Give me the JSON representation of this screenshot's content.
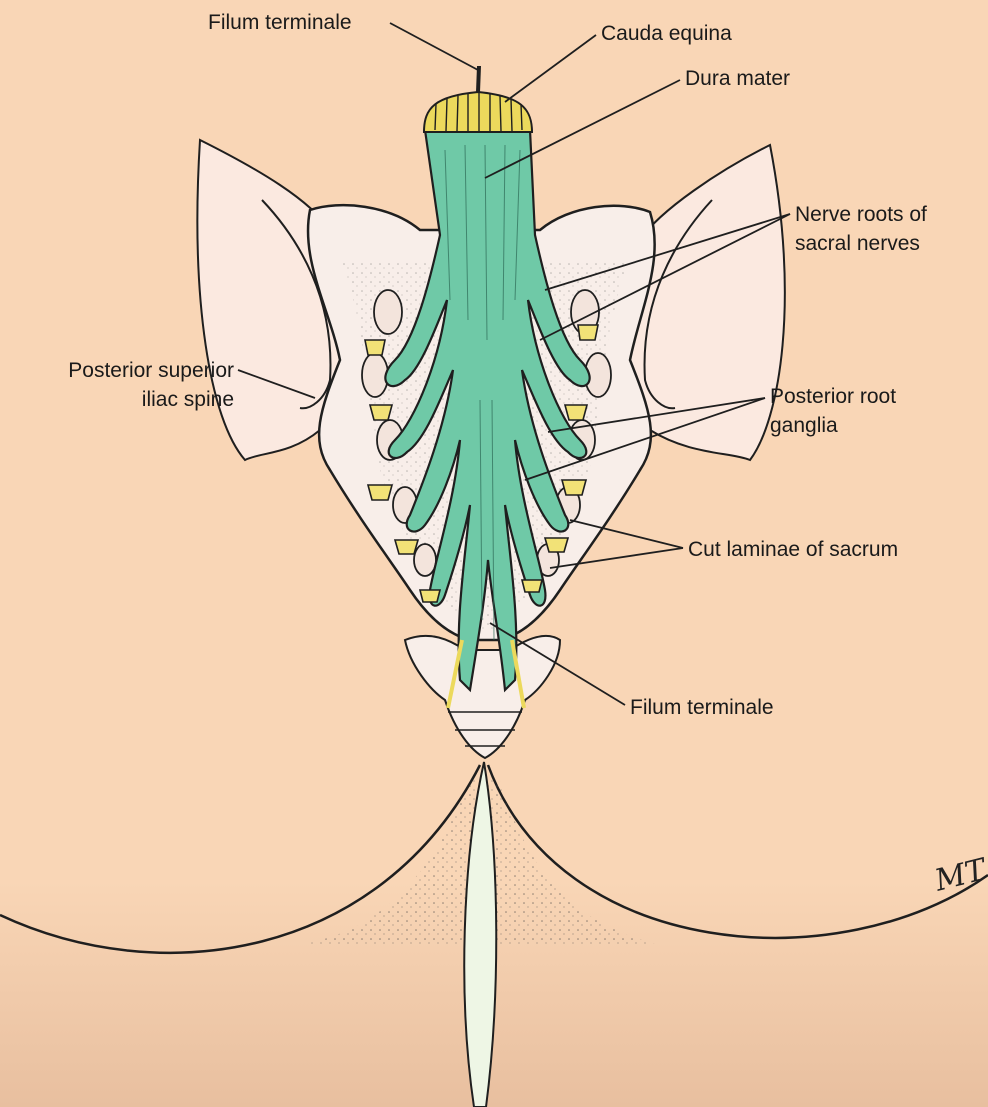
{
  "labels": {
    "filum_terminale_top": "Filum terminale",
    "cauda_equina": "Cauda equina",
    "dura_mater": "Dura mater",
    "nerve_roots_line1": "Nerve roots of",
    "nerve_roots_line2": "sacral nerves",
    "psis_line1": "Posterior superior",
    "psis_line2": "iliac spine",
    "posterior_root_line1": "Posterior root",
    "posterior_root_line2": "ganglia",
    "cut_laminae": "Cut laminae of sacrum",
    "filum_terminale_bottom": "Filum terminale"
  },
  "signature": "MT",
  "colors": {
    "skin": "#f9d6b6",
    "skin_shadow": "#ecc3a2",
    "bone": "#f8eee9",
    "dura": "#6fc9a7",
    "cauda_equina": "#ecd95c",
    "ganglia": "#f2e277",
    "outline": "#1f1f1f",
    "cleft": "#eef6e5"
  }
}
